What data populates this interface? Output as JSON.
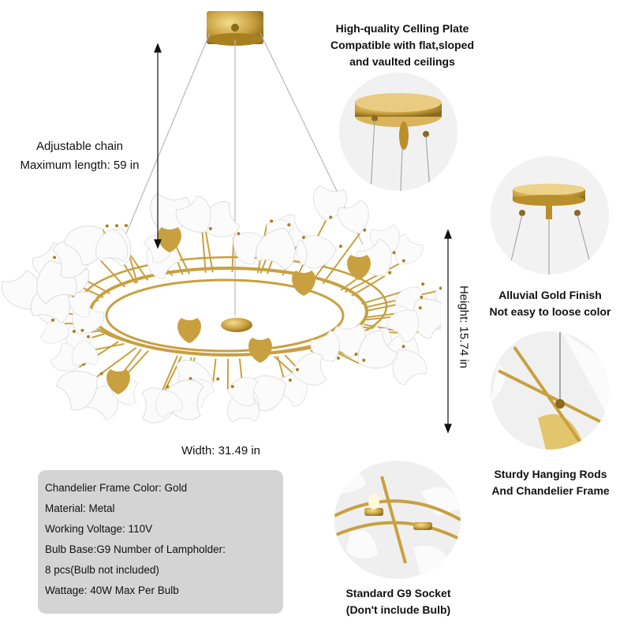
{
  "callouts": {
    "ceiling_plate": [
      "High-quality Celling Plate",
      "Compatible with flat,sloped",
      "and vaulted ceilings"
    ],
    "finish": [
      "Alluvial Gold Finish",
      "Not easy to loose color"
    ],
    "rods": [
      "Sturdy Hanging Rods",
      "And Chandelier Frame"
    ],
    "socket": [
      "Standard G9 Socket",
      "(Don't include Bulb)"
    ]
  },
  "dimensions": {
    "chain": [
      "Adjustable chain",
      "Maximum length: 59 in"
    ],
    "height": "Height: 15.74 in",
    "width": "Width: 31.49 in"
  },
  "specs": [
    "Chandelier Frame Color: Gold",
    "Material: Metal",
    "Working Voltage: 110V",
    "Bulb Base:G9 Number of Lampholder:",
    "8 pcs(Bulb not included)",
    "Wattage: 40W Max Per Bulb"
  ],
  "colors": {
    "gold": "#c9a040",
    "leaf": "#fbfbfb",
    "panel": "#d4d4d4"
  }
}
